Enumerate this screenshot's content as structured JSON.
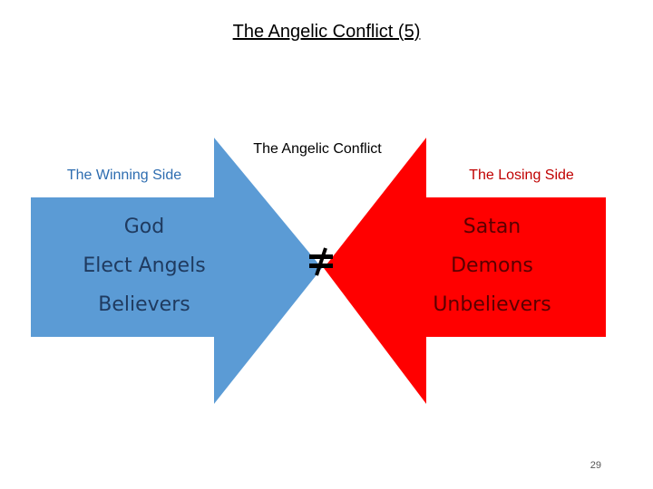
{
  "slide": {
    "title": "The Angelic Conflict (5)",
    "page_number": "29"
  },
  "diagram": {
    "center_label": "The Angelic Conflict",
    "not_equal_symbol": "≠",
    "winning_side": {
      "label": "The Winning Side",
      "color": "#5b9bd5",
      "items": [
        "God",
        "Elect Angels",
        "Believers"
      ]
    },
    "losing_side": {
      "label": "The Losing Side",
      "color": "#ff0000",
      "items": [
        "Satan",
        "Demons",
        "Unbelievers"
      ]
    }
  }
}
